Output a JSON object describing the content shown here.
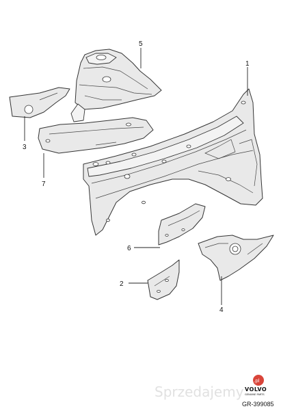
{
  "callouts": [
    {
      "label": "1"
    },
    {
      "label": "2"
    },
    {
      "label": "3"
    },
    {
      "label": "4"
    },
    {
      "label": "5"
    },
    {
      "label": "6"
    },
    {
      "label": "7"
    }
  ],
  "logo": {
    "brand": "VOLVO",
    "tagline": "GENUINE PARTS"
  },
  "reference": "GR-399085",
  "watermark": {
    "text": "Sprzedajemy",
    "badge": ".pl"
  },
  "colors": {
    "part_fill": "#e9e9e9",
    "outline": "#333333",
    "badge": "#d9453a"
  }
}
